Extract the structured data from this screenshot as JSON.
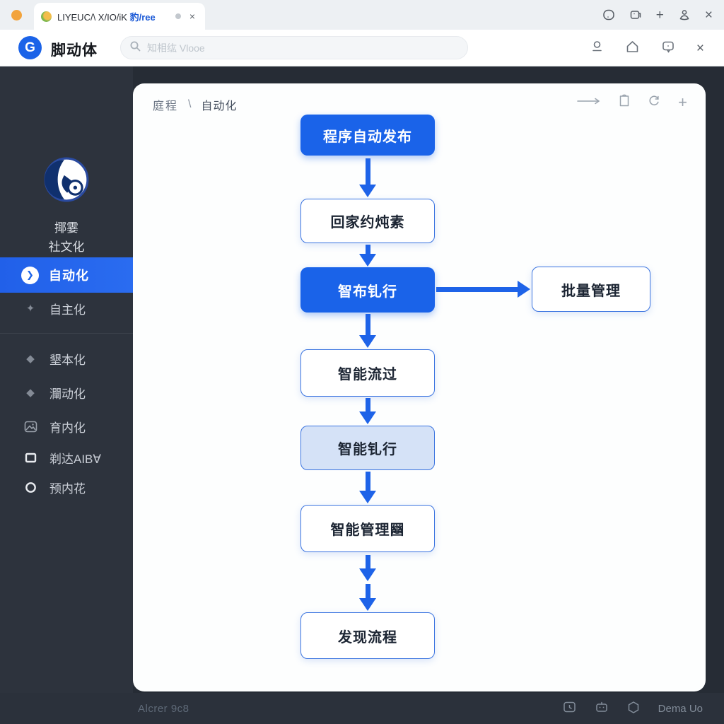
{
  "colors": {
    "accent_blue": "#1b63e8",
    "node_primary": "#1a63e9",
    "node_tint_bg": "#d5e2f7",
    "sidebar_bg": "#2d333d",
    "outer_bg": "#262c35",
    "tabbar_bg": "#edf0f3",
    "traffic_dot": "#f2a33c"
  },
  "browser": {
    "tab": {
      "title_dark": "LIYEUC/\\ X/IO/iK ",
      "title_blue": "豹/ree",
      "close_glyph": "×"
    },
    "tabbar_icons": [
      "window-icon",
      "tab-overview-icon",
      "new-tab-icon",
      "profile-icon",
      "close-icon"
    ],
    "new_tab_glyph": "+",
    "close_glyph": "×",
    "toolbar": {
      "logo_letter": "G",
      "app_name": "脚动体",
      "search_placeholder": "知相纮 Vlooe",
      "icons": [
        "account-icon",
        "home-icon",
        "feedback-icon",
        "close-icon"
      ]
    }
  },
  "sidebar": {
    "logo": "crescent-dot-logo",
    "caption_line1": "揶霎",
    "caption_line2": "社文化",
    "active_item": {
      "label": "自动化",
      "icon": "play-circle-icon"
    },
    "items": [
      {
        "label": "自主化",
        "icon": "sparkle-icon",
        "glyph": "✦"
      },
      {
        "label": "墾本化",
        "icon": "diamond-icon",
        "glyph": "◆"
      },
      {
        "label": "灛动化",
        "icon": "diamond-icon",
        "glyph": "◆"
      },
      {
        "label": "育内化",
        "icon": "image-icon",
        "glyph": ""
      },
      {
        "label": "剃达AIB∀",
        "icon": "square-icon",
        "glyph": ""
      },
      {
        "label": "预内花",
        "icon": "circle-icon",
        "glyph": ""
      }
    ]
  },
  "canvas": {
    "breadcrumb": {
      "root": "庭程",
      "separator": "\\",
      "current": "自动化"
    },
    "toolbar_icons": [
      "forward-arrow-icon",
      "clipboard-icon",
      "refresh-icon",
      "add-node-icon"
    ],
    "add_glyph": "+",
    "nodes": [
      {
        "label": "程序自动发布",
        "style": "primary"
      },
      {
        "label": "回家约炖素",
        "style": "outline"
      },
      {
        "label": "智布钆行",
        "style": "primary"
      },
      {
        "label": "批量管理",
        "style": "outline"
      },
      {
        "label": "智能流过",
        "style": "outline"
      },
      {
        "label": "智能钆行",
        "style": "tint"
      },
      {
        "label": "智能管理圝",
        "style": "outline"
      },
      {
        "label": "发现流程",
        "style": "outline"
      }
    ]
  },
  "statusbar": {
    "left_text": "Alcrer 9c8",
    "right_text": "Dema Uo",
    "right_icons": [
      "history-icon",
      "robot-icon",
      "hexagon-icon"
    ]
  }
}
